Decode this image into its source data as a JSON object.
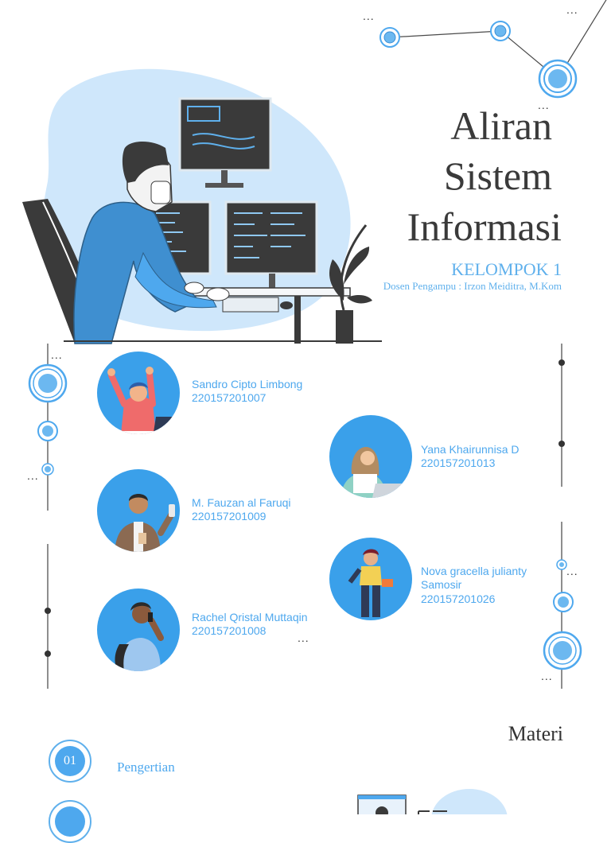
{
  "title": {
    "line1": "Aliran",
    "line2": "Sistem",
    "line3": "Informasi"
  },
  "group": "KELOMPOK 1",
  "lecturer": "Dosen Pengampu : Irzon Meiditra, M.Kom",
  "members": [
    {
      "name": "Sandro Cipto Limbong",
      "nim": "220157201007"
    },
    {
      "name": "Yana Khairunnisa D",
      "nim": "220157201013"
    },
    {
      "name": "M. Fauzan al Faruqi",
      "nim": "220157201009"
    },
    {
      "name": "Nova gracella julianty Samosir",
      "nim": "220157201026"
    },
    {
      "name": "Rachel Qristal Muttaqin",
      "nim": "220157201008"
    }
  ],
  "ellipsis": "...",
  "section_title": "Materi",
  "agenda": [
    {
      "number": "01",
      "label": "Pengertian"
    }
  ],
  "colors": {
    "accent": "#4ea8ee",
    "accent_light": "#cfe7fb",
    "dark": "#3a3a3a"
  }
}
